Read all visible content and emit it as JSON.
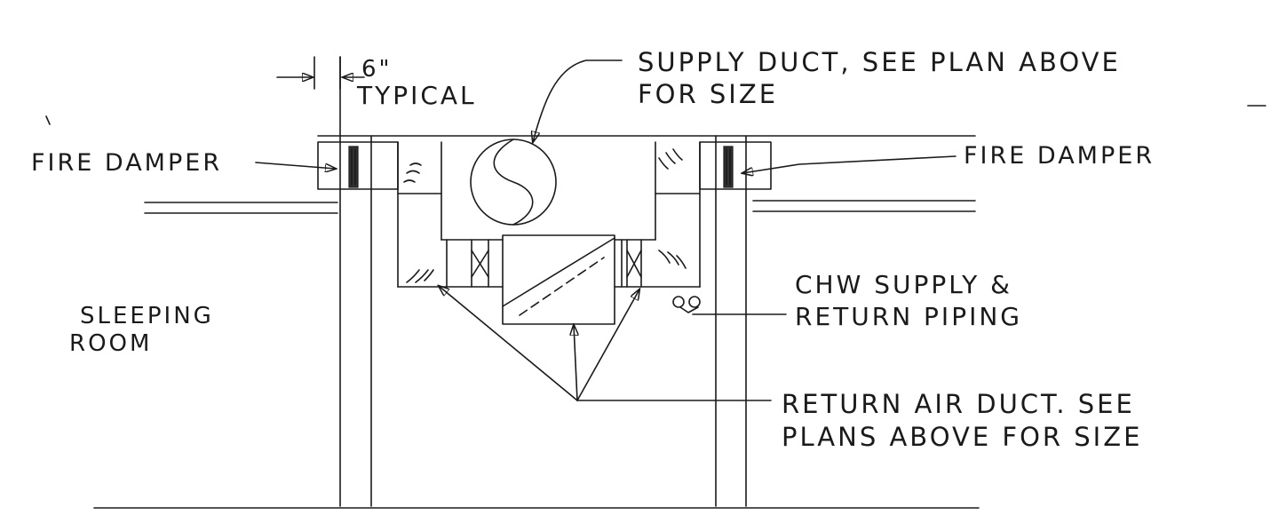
{
  "dimension": {
    "value": "6\"",
    "qualifier": "TYPICAL"
  },
  "labels": {
    "fire_damper_left": "FIRE DAMPER",
    "fire_damper_right": "FIRE DAMPER",
    "supply_duct_line1": "SUPPLY DUCT, SEE PLAN ABOVE",
    "supply_duct_line2": "FOR SIZE",
    "sleeping_room_line1": "SLEEPING",
    "sleeping_room_line2": "ROOM",
    "chw_line1": "CHW SUPPLY &",
    "chw_line2": "RETURN PIPING",
    "return_duct_line1": "RETURN AIR DUCT. SEE",
    "return_duct_line2": "PLANS ABOVE FOR SIZE"
  }
}
